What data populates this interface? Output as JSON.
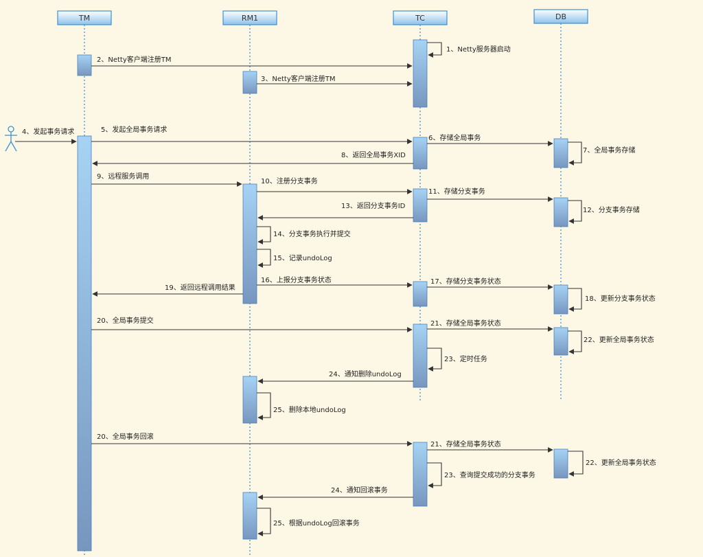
{
  "participants": [
    {
      "id": "TM",
      "label": "TM"
    },
    {
      "id": "RM1",
      "label": "RM1"
    },
    {
      "id": "TC",
      "label": "TC"
    },
    {
      "id": "DB",
      "label": "DB"
    }
  ],
  "actor": {
    "label": "4、发起事务请求"
  },
  "messages": [
    {
      "id": "m1",
      "label": "1、Netty服务器启动"
    },
    {
      "id": "m2",
      "label": "2、Netty客户端注册TM"
    },
    {
      "id": "m3",
      "label": "3、Netty客户端注册TM"
    },
    {
      "id": "m5",
      "label": "5、发起全局事务请求"
    },
    {
      "id": "m6",
      "label": "6、存储全局事务"
    },
    {
      "id": "m7",
      "label": "7、全局事务存储"
    },
    {
      "id": "m8",
      "label": "8、返回全局事务XID"
    },
    {
      "id": "m9",
      "label": "9、远程服务调用"
    },
    {
      "id": "m10",
      "label": "10、注册分支事务"
    },
    {
      "id": "m11",
      "label": "11、存储分支事务"
    },
    {
      "id": "m12",
      "label": "12、分支事务存储"
    },
    {
      "id": "m13",
      "label": "13、返回分支事务ID"
    },
    {
      "id": "m14",
      "label": "14、分支事务执行并提交"
    },
    {
      "id": "m15",
      "label": "15、记录undoLog"
    },
    {
      "id": "m16",
      "label": "16、上报分支事务状态"
    },
    {
      "id": "m17",
      "label": "17、存储分支事务状态"
    },
    {
      "id": "m18",
      "label": "18、更新分支事务状态"
    },
    {
      "id": "m19",
      "label": "19、返回远程调用结果"
    },
    {
      "id": "m20a",
      "label": "20、全局事务提交"
    },
    {
      "id": "m21a",
      "label": "21、存储全局事务状态"
    },
    {
      "id": "m22a",
      "label": "22、更新全局事务状态"
    },
    {
      "id": "m23a",
      "label": "23、定时任务"
    },
    {
      "id": "m24a",
      "label": "24、通知删除undoLog"
    },
    {
      "id": "m25a",
      "label": "25、删除本地undoLog"
    },
    {
      "id": "m20b",
      "label": "20、全局事务回滚"
    },
    {
      "id": "m21b",
      "label": "21、存储全局事务状态"
    },
    {
      "id": "m22b",
      "label": "22、更新全局事务状态"
    },
    {
      "id": "m23b",
      "label": "23、查询提交成功的分支事务"
    },
    {
      "id": "m24b",
      "label": "24、通知回滚事务"
    },
    {
      "id": "m25b",
      "label": "25、根据undoLog回滚事务"
    }
  ],
  "colors": {
    "background": "#fdf8e6",
    "lifeline": "#3d8fd1",
    "box_top": "#ffffff",
    "box_bottom": "#8cc2ec",
    "activation_top": "#a6d3f4",
    "activation_bottom": "#7796bf"
  }
}
